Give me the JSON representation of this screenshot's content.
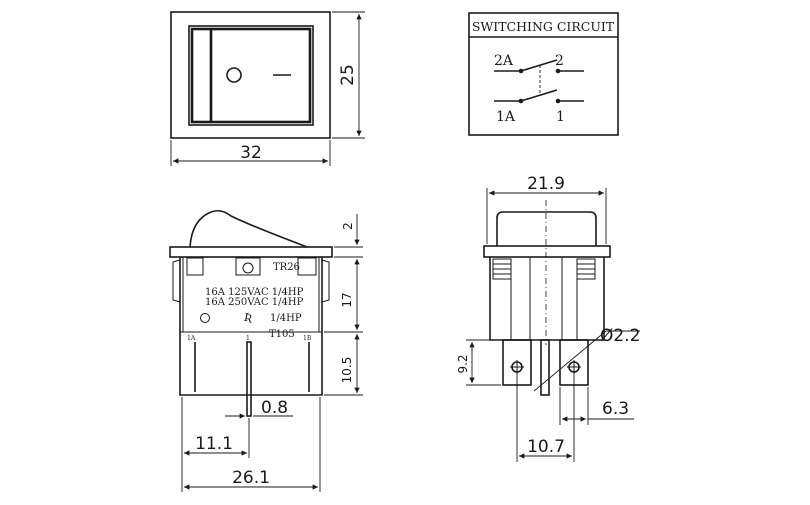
{
  "front_view": {
    "width_dim": "32",
    "height_dim": "25",
    "off_symbol": "O",
    "on_symbol": "—"
  },
  "switching_circuit": {
    "title": "SWITCHING CIRCUIT",
    "terminal_2a": "2A",
    "terminal_2": "2",
    "terminal_1a": "1A",
    "terminal_1": "1"
  },
  "side_view": {
    "model_mark": "TR26",
    "rating_line1": "16A 125VAC 1/4HP",
    "rating_line2": "16A 250VAC 1/4HP",
    "rating_line3": "1/4HP",
    "part_number": "T105",
    "pin_1a": "1A",
    "pin_1": "1",
    "pin_1b": "1B",
    "dim_top": "2",
    "dim_body": "17",
    "dim_pins": "10.5",
    "dim_pin_thickness": "0.8",
    "dim_pin_offset": "11.1",
    "dim_width": "26.1"
  },
  "end_view": {
    "dim_width": "21.9",
    "dim_hole": "Ø2.2",
    "dim_pin_height": "9.2",
    "dim_pin_width": "6.3",
    "dim_pin_spacing": "10.7"
  }
}
